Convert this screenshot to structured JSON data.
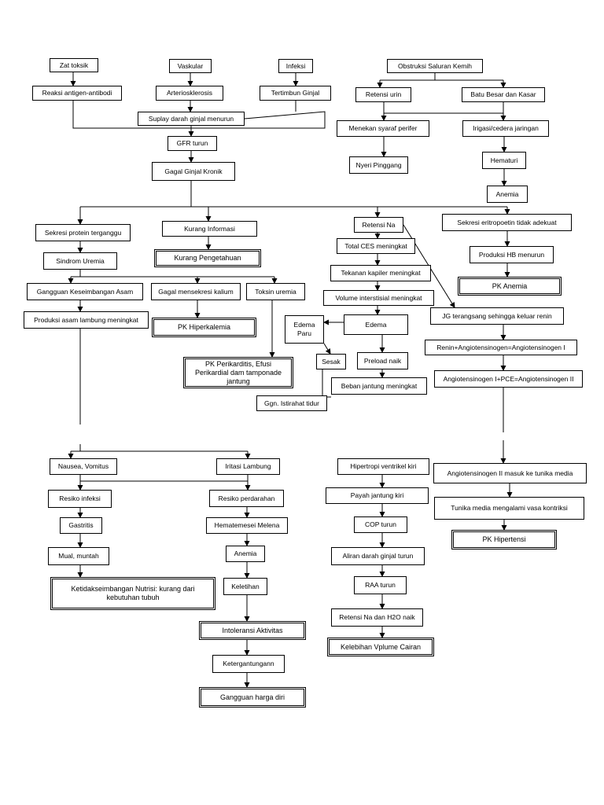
{
  "nodes": {
    "zat_toksik": "Zat toksik",
    "vaskular": "Vaskular",
    "infeksi": "Infeksi",
    "obstruksi": "Obstruksi Saluran Kemih",
    "reaksi_antigen": "Reaksi antigen-antibodi",
    "arteriosklerosis": "Arteriosklerosis",
    "tertimbun": "Tertimbun Ginjal",
    "retensi_urin": "Retensi urin",
    "batu_besar": "Batu Besar dan Kasar",
    "suplay": "Suplay darah ginjal menurun",
    "menekan": "Menekan syaraf perifer",
    "irigasi": "Irigasi/cedera jaringan",
    "gfr": "GFR turun",
    "nyeri": "Nyeri Pinggang",
    "hematuri": "Hematuri",
    "ggk": "Gagal Ginjal Kronik",
    "anemia_top": "Anemia",
    "sekresi_protein": "Sekresi protein terganggu",
    "kurang_info": "Kurang Informasi",
    "retensi_na": "Retensi Na",
    "sekresi_eritro": "Sekresi eritropoetin tidak adekuat",
    "pk_kurang": "Kurang Pengetahuan",
    "total_ces": "Total CES meningkat",
    "produksi_hb": "Produksi HB menurun",
    "sindrom": "Sindrom Uremia",
    "tekanan_kapiler": "Tekanan kapiler meningkat",
    "pk_anemia": "PK Anemia",
    "gangguan_asam": "Gangguan Keseimbangan Asam",
    "gagal_kalium": "Gagal mensekresi kalium",
    "toksin": "Toksin uremia",
    "volume_inter": "Volume interstisial meningkat",
    "jg": "JG terangsang sehingga keluar renin",
    "produksi_asam": "Produksi asam lambung meningkat",
    "pk_hiperkalemia": "PK Hiperkalemia",
    "edema_paru": "Edema Paru",
    "edema": "Edema",
    "renin": "Renin+Angiotensinogen=Angiotensinogen I",
    "sesak": "Sesak",
    "preload": "Preload naik",
    "pk_perikarditis": "PK Perikarditis, Efusi Perikardial dam tamponade jantung",
    "angio1": "Angiotensinogen I+PCE=Angiotensinogen II",
    "beban": "Beban jantung meningkat",
    "ggn_istirahat": "Ggn. Istirahat tidur",
    "nausea": "Nausea, Vomitus",
    "iritasi": "Iritasi Lambung",
    "hipertropi": "Hipertropi ventrikel kiri",
    "angio2": "Angiotensinogen II masuk ke tunika media",
    "resiko_infeksi": "Resiko infeksi",
    "resiko_perdarahan": "Resiko perdarahan",
    "payah": "Payah jantung kiri",
    "tunika": "Tunika media mengalami vasa kontriksi",
    "gastritis": "Gastritis",
    "hematemesei": "Hematemesei Melena",
    "cop": "COP turun",
    "pk_hipertensi": "PK Hipertensi",
    "mual": "Mual, muntah",
    "anemia_bottom": "Anemia",
    "aliran": "Aliran darah ginjal turun",
    "ketidak": "Ketidakseimbangan Nutrisi: kurang dari kebutuhan tubuh",
    "keletihan": "Keletihan",
    "raa": "RAA turun",
    "intoleransi": "Intoleransi Aktivitas",
    "retensi_h2o": "Retensi Na dan H2O naik",
    "kelebihan": "Kelebihan Vplume Cairan",
    "ketergantungan": "Ketergantungann",
    "gangguan_harga": "Gangguan harga diri"
  }
}
